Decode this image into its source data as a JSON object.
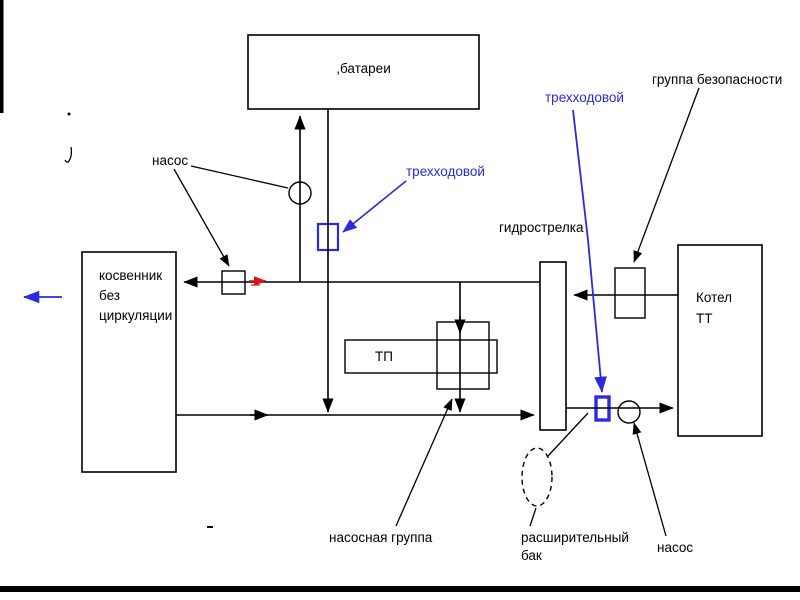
{
  "diagram": {
    "type": "heating-system-schematic",
    "colors": {
      "line": "#000000",
      "accent_blue": "#2a2ae0",
      "mark_red": "#d81414"
    },
    "boxes": {
      "radiators": {
        "label": ",батареи"
      },
      "indirect": {
        "lines": [
          "косвенник",
          "без",
          "циркуляции"
        ]
      },
      "boiler": {
        "lines": [
          "Котел",
          "ТТ"
        ]
      },
      "floor_heating": {
        "label": "ТП"
      }
    },
    "labels": {
      "pump_top": "насос",
      "three_way_mid": "трехходовой",
      "three_way_right": "трехходовой",
      "safety_group": "группа безопасности",
      "hydro_separator": "гидрострелка",
      "pump_group": "насосная группа",
      "expansion_tank": {
        "lines": [
          "расширительный",
          "бак"
        ]
      },
      "pump_bottom": "насос"
    }
  }
}
